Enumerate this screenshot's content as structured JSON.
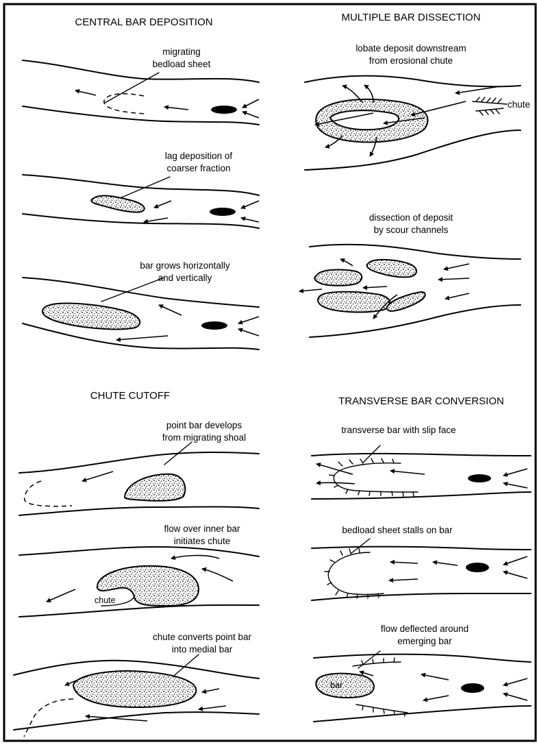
{
  "panels": {
    "central_bar_deposition": {
      "title": "CENTRAL BAR DEPOSITION",
      "stage1": [
        "migrating",
        "bedload sheet"
      ],
      "stage2": [
        "lag deposition of",
        "coarser fraction"
      ],
      "stage3": [
        "bar grows horizontally",
        "and vertically"
      ]
    },
    "multiple_bar_dissection": {
      "title": "MULTIPLE BAR DISSECTION",
      "stage1": [
        "lobate deposit downstream",
        "from erosional chute"
      ],
      "stage1_chute": "chute",
      "stage2": [
        "dissection of deposit",
        "by scour channels"
      ]
    },
    "chute_cutoff": {
      "title": "CHUTE CUTOFF",
      "stage1": [
        "point bar develops",
        "from migrating shoal"
      ],
      "stage2": [
        "flow over inner bar",
        "initiates chute"
      ],
      "stage2_chute": "chute",
      "stage3": [
        "chute converts point bar",
        "into medial bar"
      ]
    },
    "transverse_bar_conversion": {
      "title": "TRANSVERSE BAR CONVERSION",
      "stage1": "transverse bar with slip face",
      "stage2": "bedload sheet stalls on bar",
      "stage3": [
        "flow deflected around",
        "emerging bar"
      ],
      "stage3_bar": "bar"
    }
  }
}
